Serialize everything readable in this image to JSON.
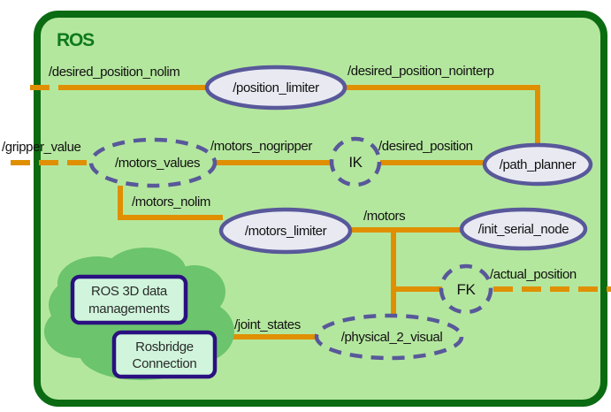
{
  "container": {
    "title": "ROS",
    "colors": {
      "border": "#0b6b12",
      "background": "#b4e79e",
      "edge": "#e08f00",
      "node_stroke": "#58589a",
      "node_fill": "#e9e9f2",
      "cloud": "#6cc46c",
      "ext_box_stroke": "#2a1080",
      "ext_box_fill": "#d0f5dc"
    }
  },
  "nodes": {
    "position_limiter": "/position_limiter",
    "path_planner": "/path_planner",
    "motors_values": "/motors_values",
    "ik": "IK",
    "motors_limiter": "/motors_limiter",
    "init_serial_node": "/init_serial_node",
    "fk": "FK",
    "physical_2_visual": "/physical_2_visual"
  },
  "topics": {
    "desired_position_nolim": "/desired_position_nolim",
    "desired_position_nointerp": "/desired_position_nointerp",
    "gripper_value": "/gripper_value",
    "motors_nogripper": "/motors_nogripper",
    "desired_position": "/desired_position",
    "motors_nolim": "/motors_nolim",
    "motors": "/motors",
    "actual_position": "/actual_position",
    "joint_states": "/joint_states"
  },
  "external": {
    "ros3d": [
      "ROS 3D data",
      "managements"
    ],
    "rosbridge": [
      "Rosbridge",
      "Connection"
    ]
  }
}
